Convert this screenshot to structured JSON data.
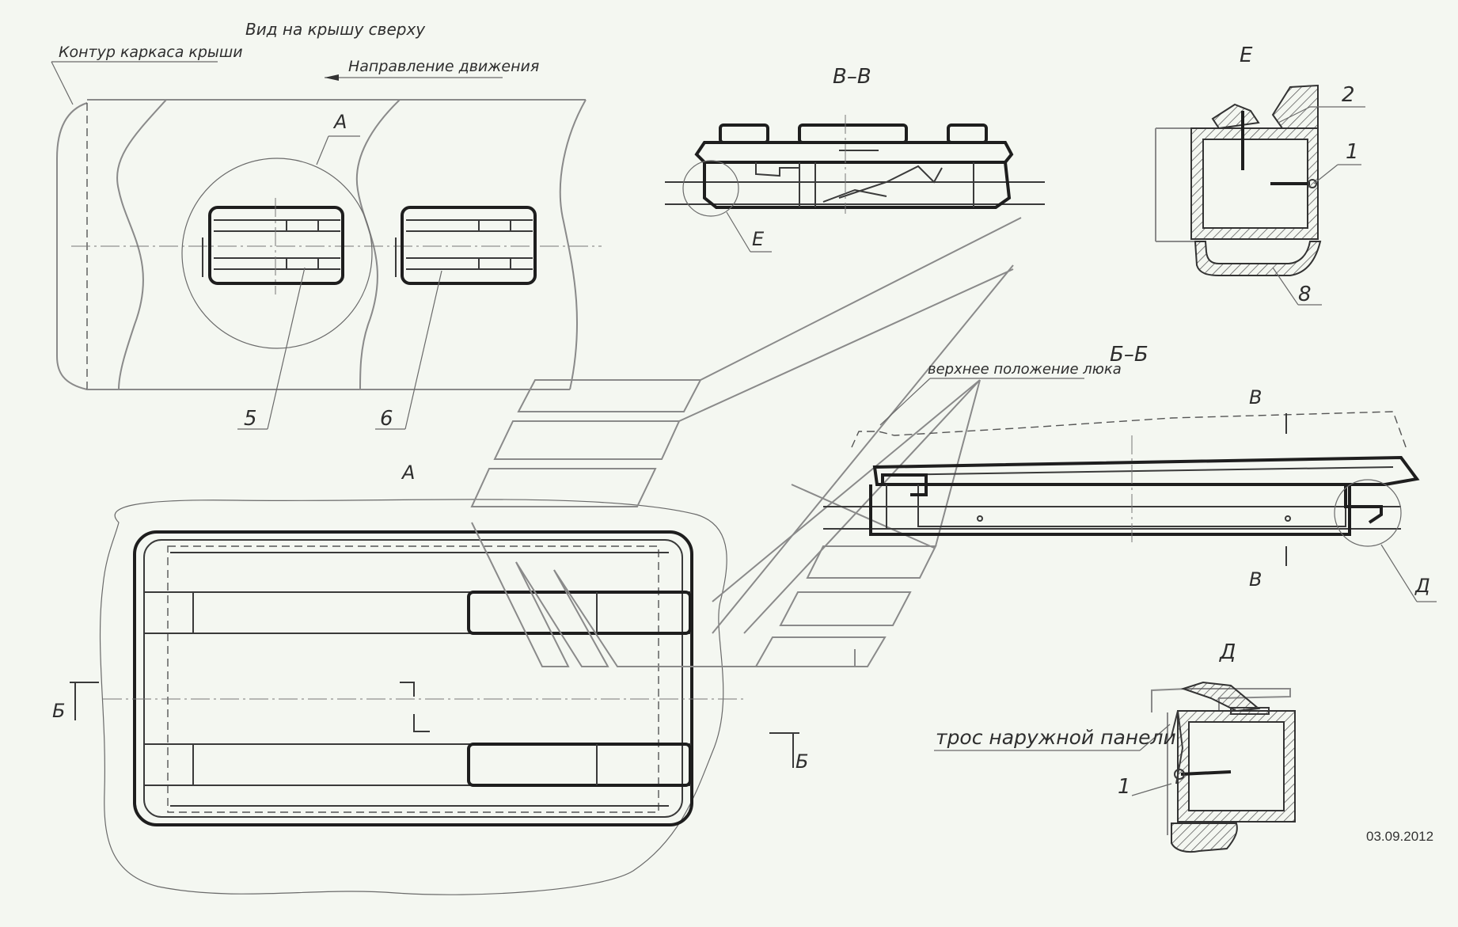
{
  "labels": {
    "roof_top_view": "Вид на крышу сверху",
    "roof_frame_contour": "Контур каркаса крыши",
    "direction_of_travel": "Направление движения",
    "view_a_callout": "А",
    "view_a_title": "А",
    "section_vv": "В–В",
    "section_bb": "Б–Б",
    "detail_e": "Е",
    "detail_e_callout": "Е",
    "detail_d": "Д",
    "detail_d_callout": "Д",
    "upper_position": "верхнее положение люка",
    "outer_panel_cable": "трос наружной панели",
    "cut_b_left": "Б",
    "cut_b_right": "Б",
    "cut_v_top": "В",
    "cut_v_bottom": "В",
    "item_5": "5",
    "item_6": "6",
    "item_1_e": "1",
    "item_2_e": "2",
    "item_8_e": "8",
    "item_1_d": "1",
    "date": "03.09.2012"
  },
  "colors": {
    "background": "#f4f7f1",
    "line": "#2e2e2e"
  }
}
